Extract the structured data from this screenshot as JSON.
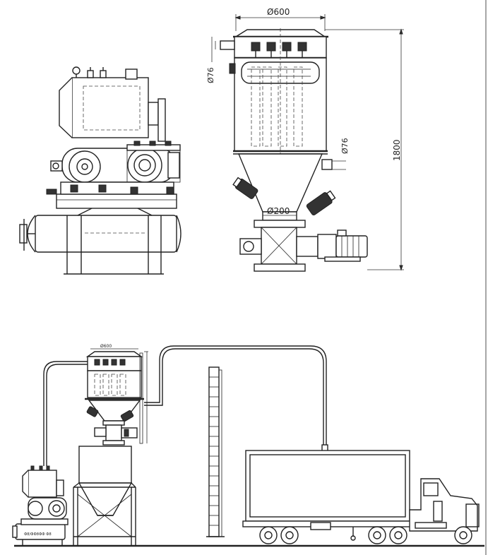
{
  "dimensions": {
    "filter_diameter": "Ø600",
    "inlet_diameter": "Ø76",
    "outlet_diameter": "Ø76",
    "height": "1800",
    "discharge_diameter": "Ø200"
  },
  "overview": {
    "filter_diameter": "Ø600",
    "machine_label": "Ф8/ФФ8ФФ Ф8"
  }
}
